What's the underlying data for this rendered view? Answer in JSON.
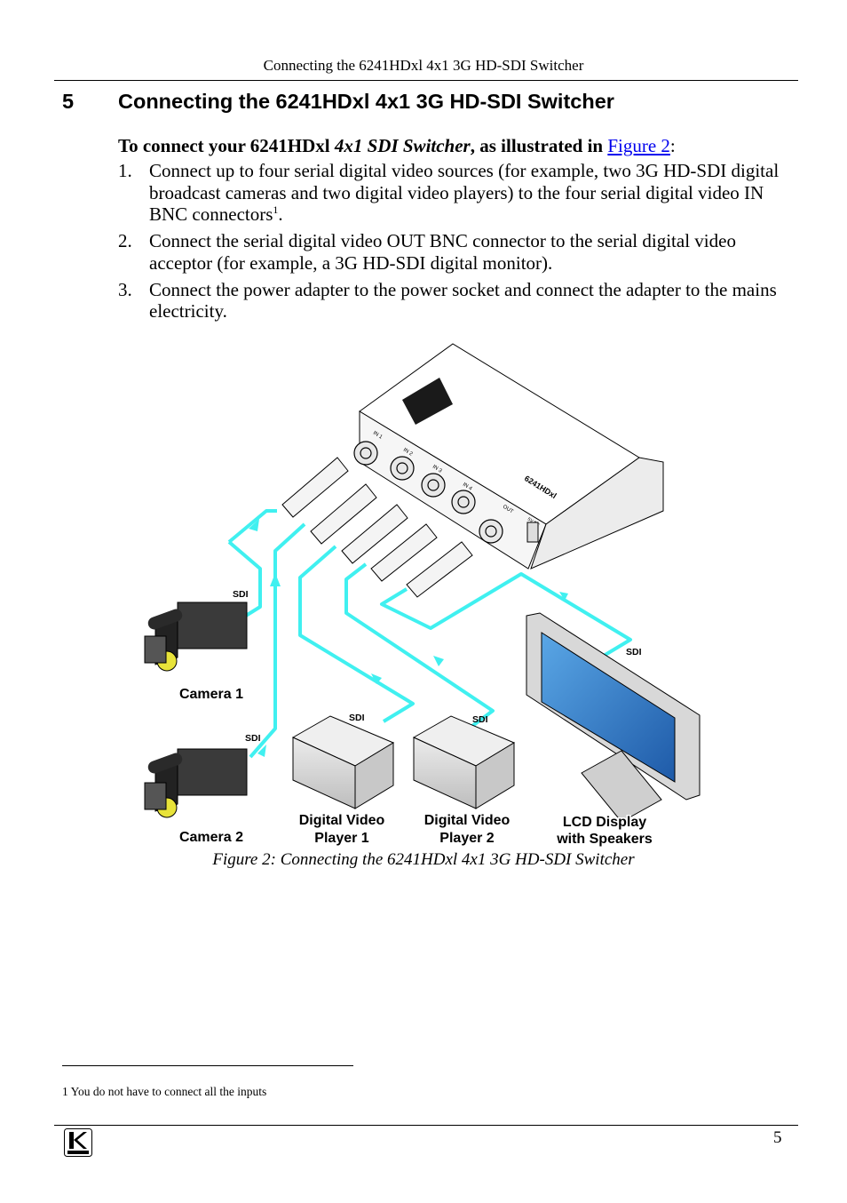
{
  "header": {
    "running_title": "Connecting the 6241HDxl 4x1 3G HD-SDI Switcher"
  },
  "section": {
    "number": "5",
    "title": "Connecting the 6241HDxl 4x1 3G HD-SDI Switcher"
  },
  "intro": {
    "prefix": "To connect your 6241HDxl ",
    "italic": "4x1 SDI Switcher",
    "middle": ", as illustrated in ",
    "link": "Figure 2",
    "suffix": ":"
  },
  "steps": [
    {
      "num": "1.",
      "text": "Connect up to four serial digital video sources (for example, two 3G HD-SDI digital broadcast cameras and two digital video players) to the four serial digital video IN BNC connectors",
      "sup": "1",
      "end": "."
    },
    {
      "num": "2.",
      "text": "Connect the serial digital video OUT BNC connector to the serial digital video acceptor (for example, a 3G HD-SDI digital monitor)."
    },
    {
      "num": "3.",
      "text": "Connect the power adapter to the power socket and connect the adapter to the mains electricity."
    }
  ],
  "figure": {
    "sdi_label": "SDI",
    "port_labels": [
      "IN 1",
      "IN 2",
      "IN 3",
      "IN 4",
      "OUT",
      "5V DC"
    ],
    "brand_text": "6241HDxl",
    "devices": {
      "camera1": "Camera 1",
      "camera2": "Camera 2",
      "player1_line1": "Digital Video",
      "player1_line2": "Player 1",
      "player2_line1": "Digital Video",
      "player2_line2": "Player 2",
      "display_line1": "LCD Display",
      "display_line2": "with Speakers"
    },
    "caption": "Figure 2: Connecting the 6241HDxl 4x1 3G HD-SDI Switcher",
    "cable_color": "#40f0f0"
  },
  "footnote": {
    "mark": "1",
    "text": "You do not have to connect all the inputs"
  },
  "footer": {
    "page_number": "5",
    "logo_text": "KRAMER"
  }
}
